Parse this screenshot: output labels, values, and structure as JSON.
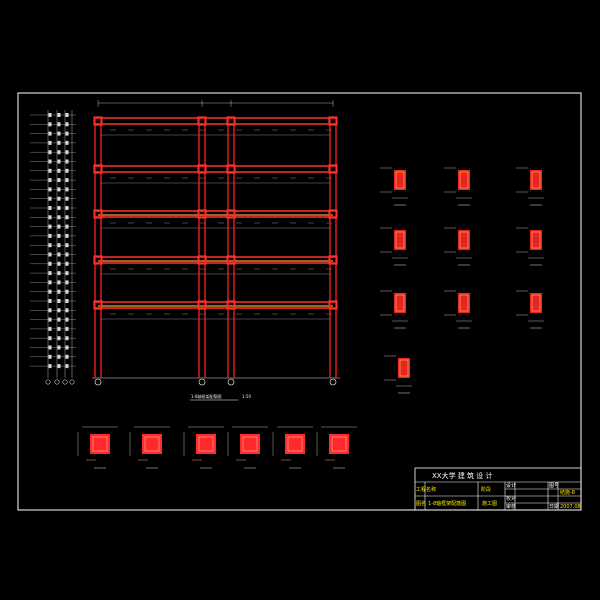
{
  "drawing": {
    "frame_title": "1-8轴框架配筋图",
    "frame_scale": "1:50"
  },
  "title_block": {
    "company": "XX大学 建 筑 设 计",
    "project_label": "工程名称",
    "drawing_label": "图名",
    "drawing_name": "1-8轴框架配筋图",
    "designer_label": "设计",
    "checker_label": "校对",
    "approver_label": "审核",
    "stage_label": "阶段",
    "sheet_label": "图号",
    "date_label": "日期",
    "stage_value": "施工图",
    "sheet_value": "结施-8",
    "date_value": "2007.08"
  },
  "colors": {
    "background": "#000000",
    "border": "#ffffff",
    "beam": "#ff3030",
    "column": "#ff2020",
    "rebar_orange": "#ff9a30",
    "dimension": "#e0e0e0",
    "text_yellow": "#ffe600",
    "section_fill": "#ff2a2a"
  }
}
